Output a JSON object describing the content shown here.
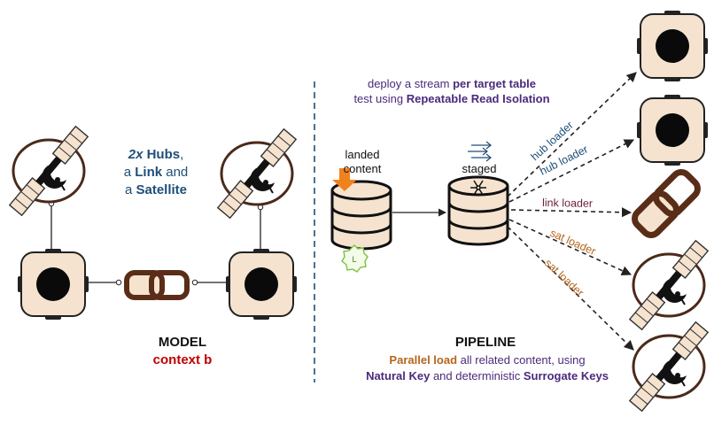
{
  "colors": {
    "hub_fill": "#f5e3cf",
    "hub_border": "#222222",
    "link_stroke": "#5a2d18",
    "sat_ring": "#4a2a1a",
    "navy": "#1f4e79",
    "purple": "#4b2a7b",
    "red": "#c00000",
    "orange": "#b5651d",
    "divider": "#1f4e79",
    "arrow_fill": "#f0821e",
    "gear_stroke": "#7cc242"
  },
  "model": {
    "desc": {
      "line1_count": "2x",
      "line1_hubs": "Hubs",
      "line1_comma": ",",
      "line2_a": "a",
      "line2_link": "Link",
      "line2_and": "and",
      "line3_a": "a",
      "line3_satellite": "Satellite"
    },
    "title": "MODEL",
    "subtitle": "context b"
  },
  "pipeline": {
    "deploy": {
      "line1_pre": "deploy a stream",
      "line1_bold": "per target table",
      "line2_pre": "test using",
      "line2_bold": "Repeatable Read Isolation"
    },
    "landed_line1": "landed",
    "landed_line2": "content",
    "gear_letter": "L",
    "staged_label": "staged",
    "loaders": [
      {
        "label": "hub loader",
        "color": "#1f4e79"
      },
      {
        "label": "hub loader",
        "color": "#1f4e79"
      },
      {
        "label": "link loader",
        "color": "#6b1d3a"
      },
      {
        "label": "sat loader",
        "color": "#b5651d"
      },
      {
        "label": "sat loader",
        "color": "#b5651d"
      }
    ],
    "title": "PIPELINE",
    "desc": {
      "line1_bold": "Parallel load",
      "line1_rest": "all related content, using",
      "line2_bold1": "Natural Key",
      "line2_mid": "and deterministic",
      "line2_bold2": "Surrogate Keys"
    }
  },
  "icons": {
    "hub": "hub-icon",
    "link": "link-chain-icon",
    "satellite": "satellite-icon",
    "database": "database-icon",
    "gear": "gear-icon",
    "snowflake": "snowflake-icon",
    "stream": "stream-arrows-icon",
    "arrow": "down-arrow-icon"
  }
}
